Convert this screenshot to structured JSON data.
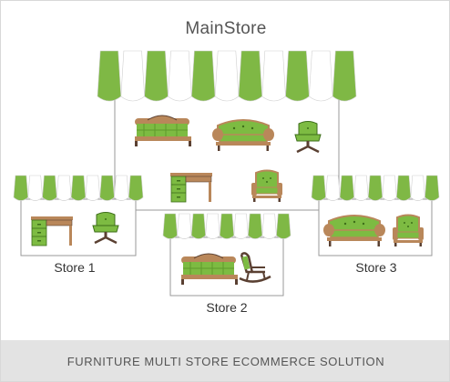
{
  "title": "MainStore",
  "stores": [
    {
      "label": "Store 1"
    },
    {
      "label": "Store 2"
    },
    {
      "label": "Store 3"
    }
  ],
  "footer": "FURNITURE MULTI STORE ECOMMERCE SOLUTION",
  "colors": {
    "awning_green": "#7fb845",
    "awning_white": "#ffffff",
    "awning_shadow": "#d0d0d0",
    "frame_gray": "#9a9a9a",
    "furniture_green": "#7dbb42",
    "wood": "#b9875a",
    "dark": "#5a4032"
  },
  "icons": [
    "bed-icon",
    "sofa-icon",
    "swivel-chair-icon",
    "desk-icon",
    "armchair-icon",
    "rocking-chair-icon"
  ]
}
